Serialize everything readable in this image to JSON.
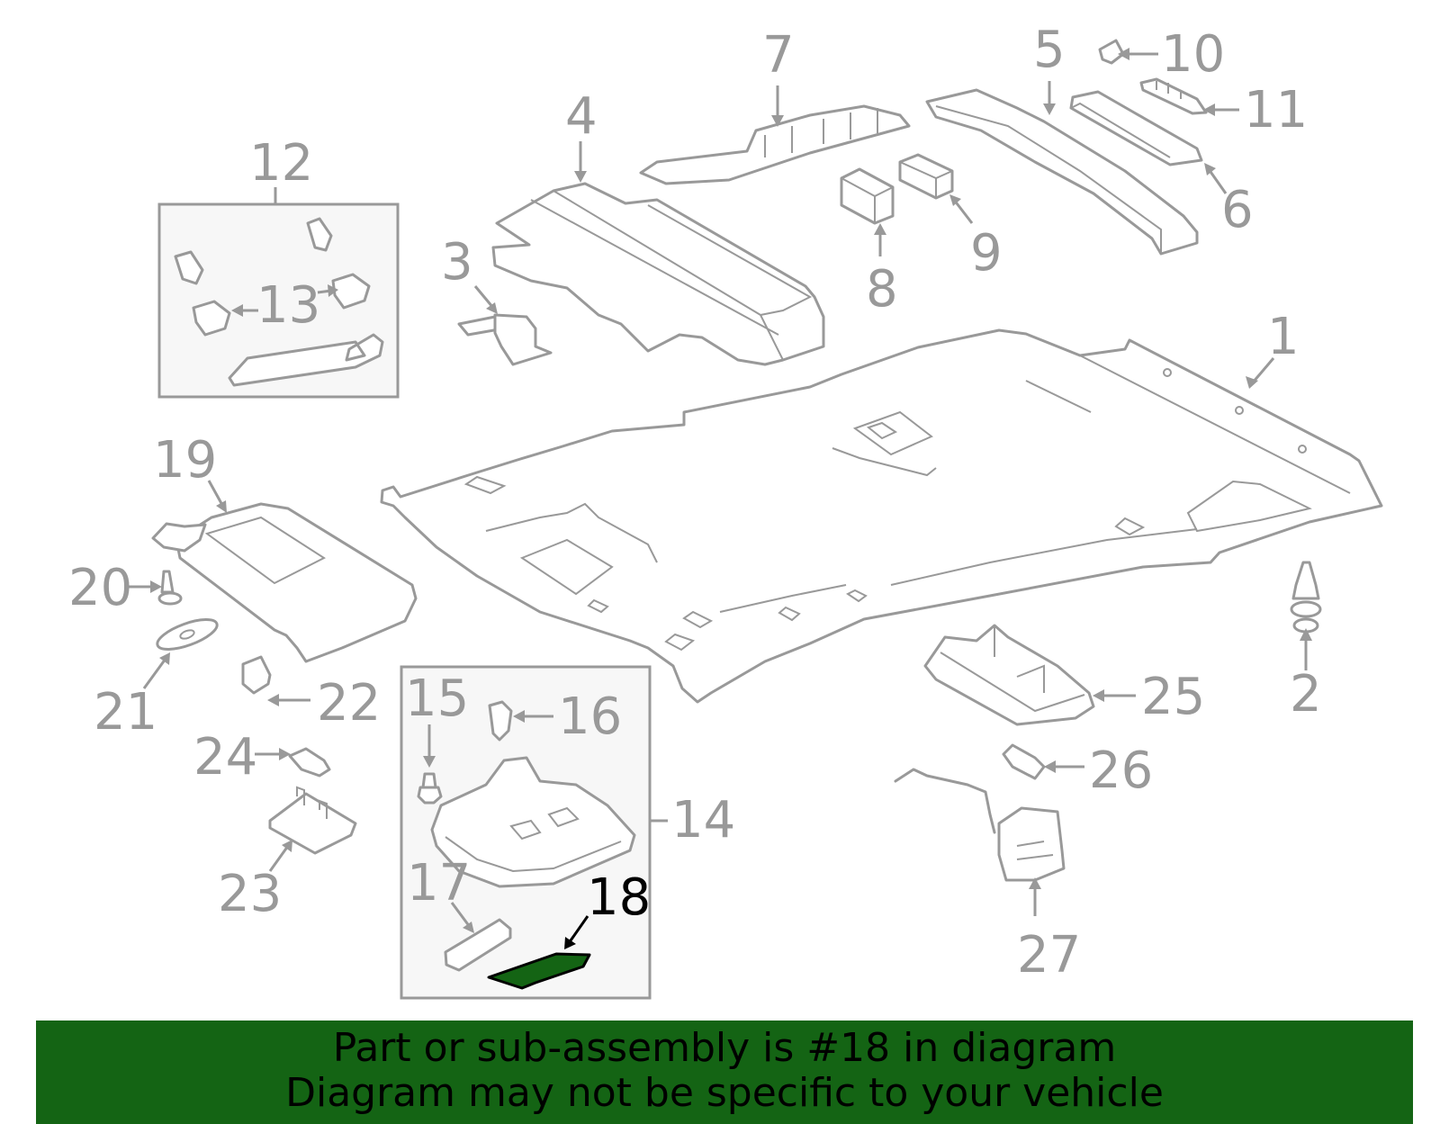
{
  "callouts": {
    "c1": "1",
    "c2": "2",
    "c3": "3",
    "c4": "4",
    "c5": "5",
    "c6": "6",
    "c7": "7",
    "c8": "8",
    "c9": "9",
    "c10": "10",
    "c11": "11",
    "c12": "12",
    "c13": "13",
    "c14": "14",
    "c15": "15",
    "c16": "16",
    "c17": "17",
    "c18": "18",
    "c19": "19",
    "c20": "20",
    "c21": "21",
    "c22": "22",
    "c23": "23",
    "c24": "24",
    "c25": "25",
    "c26": "26",
    "c27": "27"
  },
  "highlighted_part": "18",
  "colors": {
    "line": "#999999",
    "highlight_fill": "#146414",
    "banner_bg": "#146414",
    "text_highlight": "#000000"
  },
  "banner": {
    "line1": "Part or sub-assembly is #18 in diagram",
    "line2": "Diagram may not be specific to your vehicle"
  }
}
